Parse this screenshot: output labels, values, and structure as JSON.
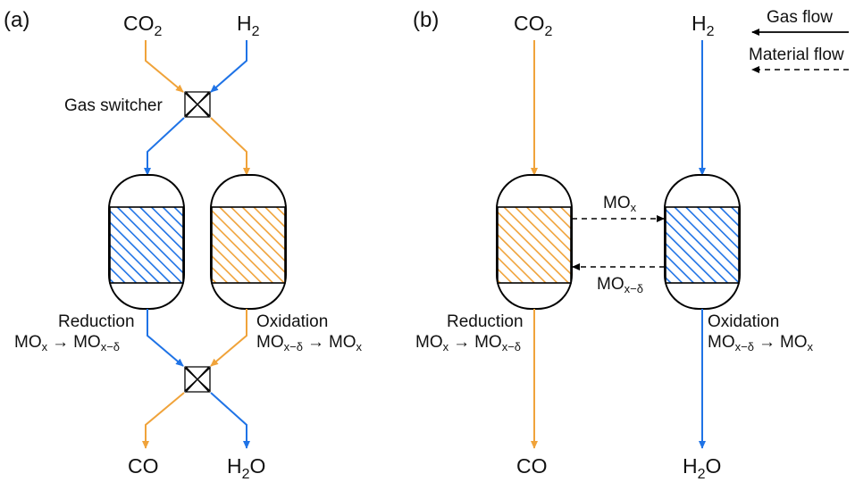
{
  "colors": {
    "co2_line": "#f0a33a",
    "h2_line": "#1f73e6",
    "hatch_blue": "#1f73e6",
    "hatch_orange": "#f0a33a",
    "outline": "#000000"
  },
  "panel_a": {
    "tag": "(a)",
    "inputs": {
      "co2": "CO",
      "co2_sub": "2",
      "h2": "H",
      "h2_sub": "2"
    },
    "switcher_label": "Gas switcher",
    "reactor_left": {
      "title": "Reduction",
      "eq_a": "MO",
      "eq_a_sub": "x",
      "arrow": "→",
      "eq_b": "MO",
      "eq_b_sub": "x−δ"
    },
    "reactor_right": {
      "title": "Oxidation",
      "eq_a": "MO",
      "eq_a_sub": "x−δ",
      "arrow": "→",
      "eq_b": "MO",
      "eq_b_sub": "x"
    },
    "outputs": {
      "co": "CO",
      "h2o_h": "H",
      "h2o_sub": "2",
      "h2o_o": "O"
    }
  },
  "panel_b": {
    "tag": "(b)",
    "inputs": {
      "co2": "CO",
      "co2_sub": "2",
      "h2": "H",
      "h2_sub": "2"
    },
    "transfer_top": {
      "text": "MO",
      "sub": "x"
    },
    "transfer_bottom": {
      "text": "MO",
      "sub": "x−δ"
    },
    "reactor_left": {
      "title": "Reduction",
      "eq_a": "MO",
      "eq_a_sub": "x",
      "arrow": "→",
      "eq_b": "MO",
      "eq_b_sub": "x−δ"
    },
    "reactor_right": {
      "title": "Oxidation",
      "eq_a": "MO",
      "eq_a_sub": "x−δ",
      "arrow": "→",
      "eq_b": "MO",
      "eq_b_sub": "x"
    },
    "outputs": {
      "co": "CO",
      "h2o_h": "H",
      "h2o_sub": "2",
      "h2o_o": "O"
    }
  },
  "legend": {
    "gas_flow": "Gas flow",
    "material_flow": "Material flow"
  }
}
